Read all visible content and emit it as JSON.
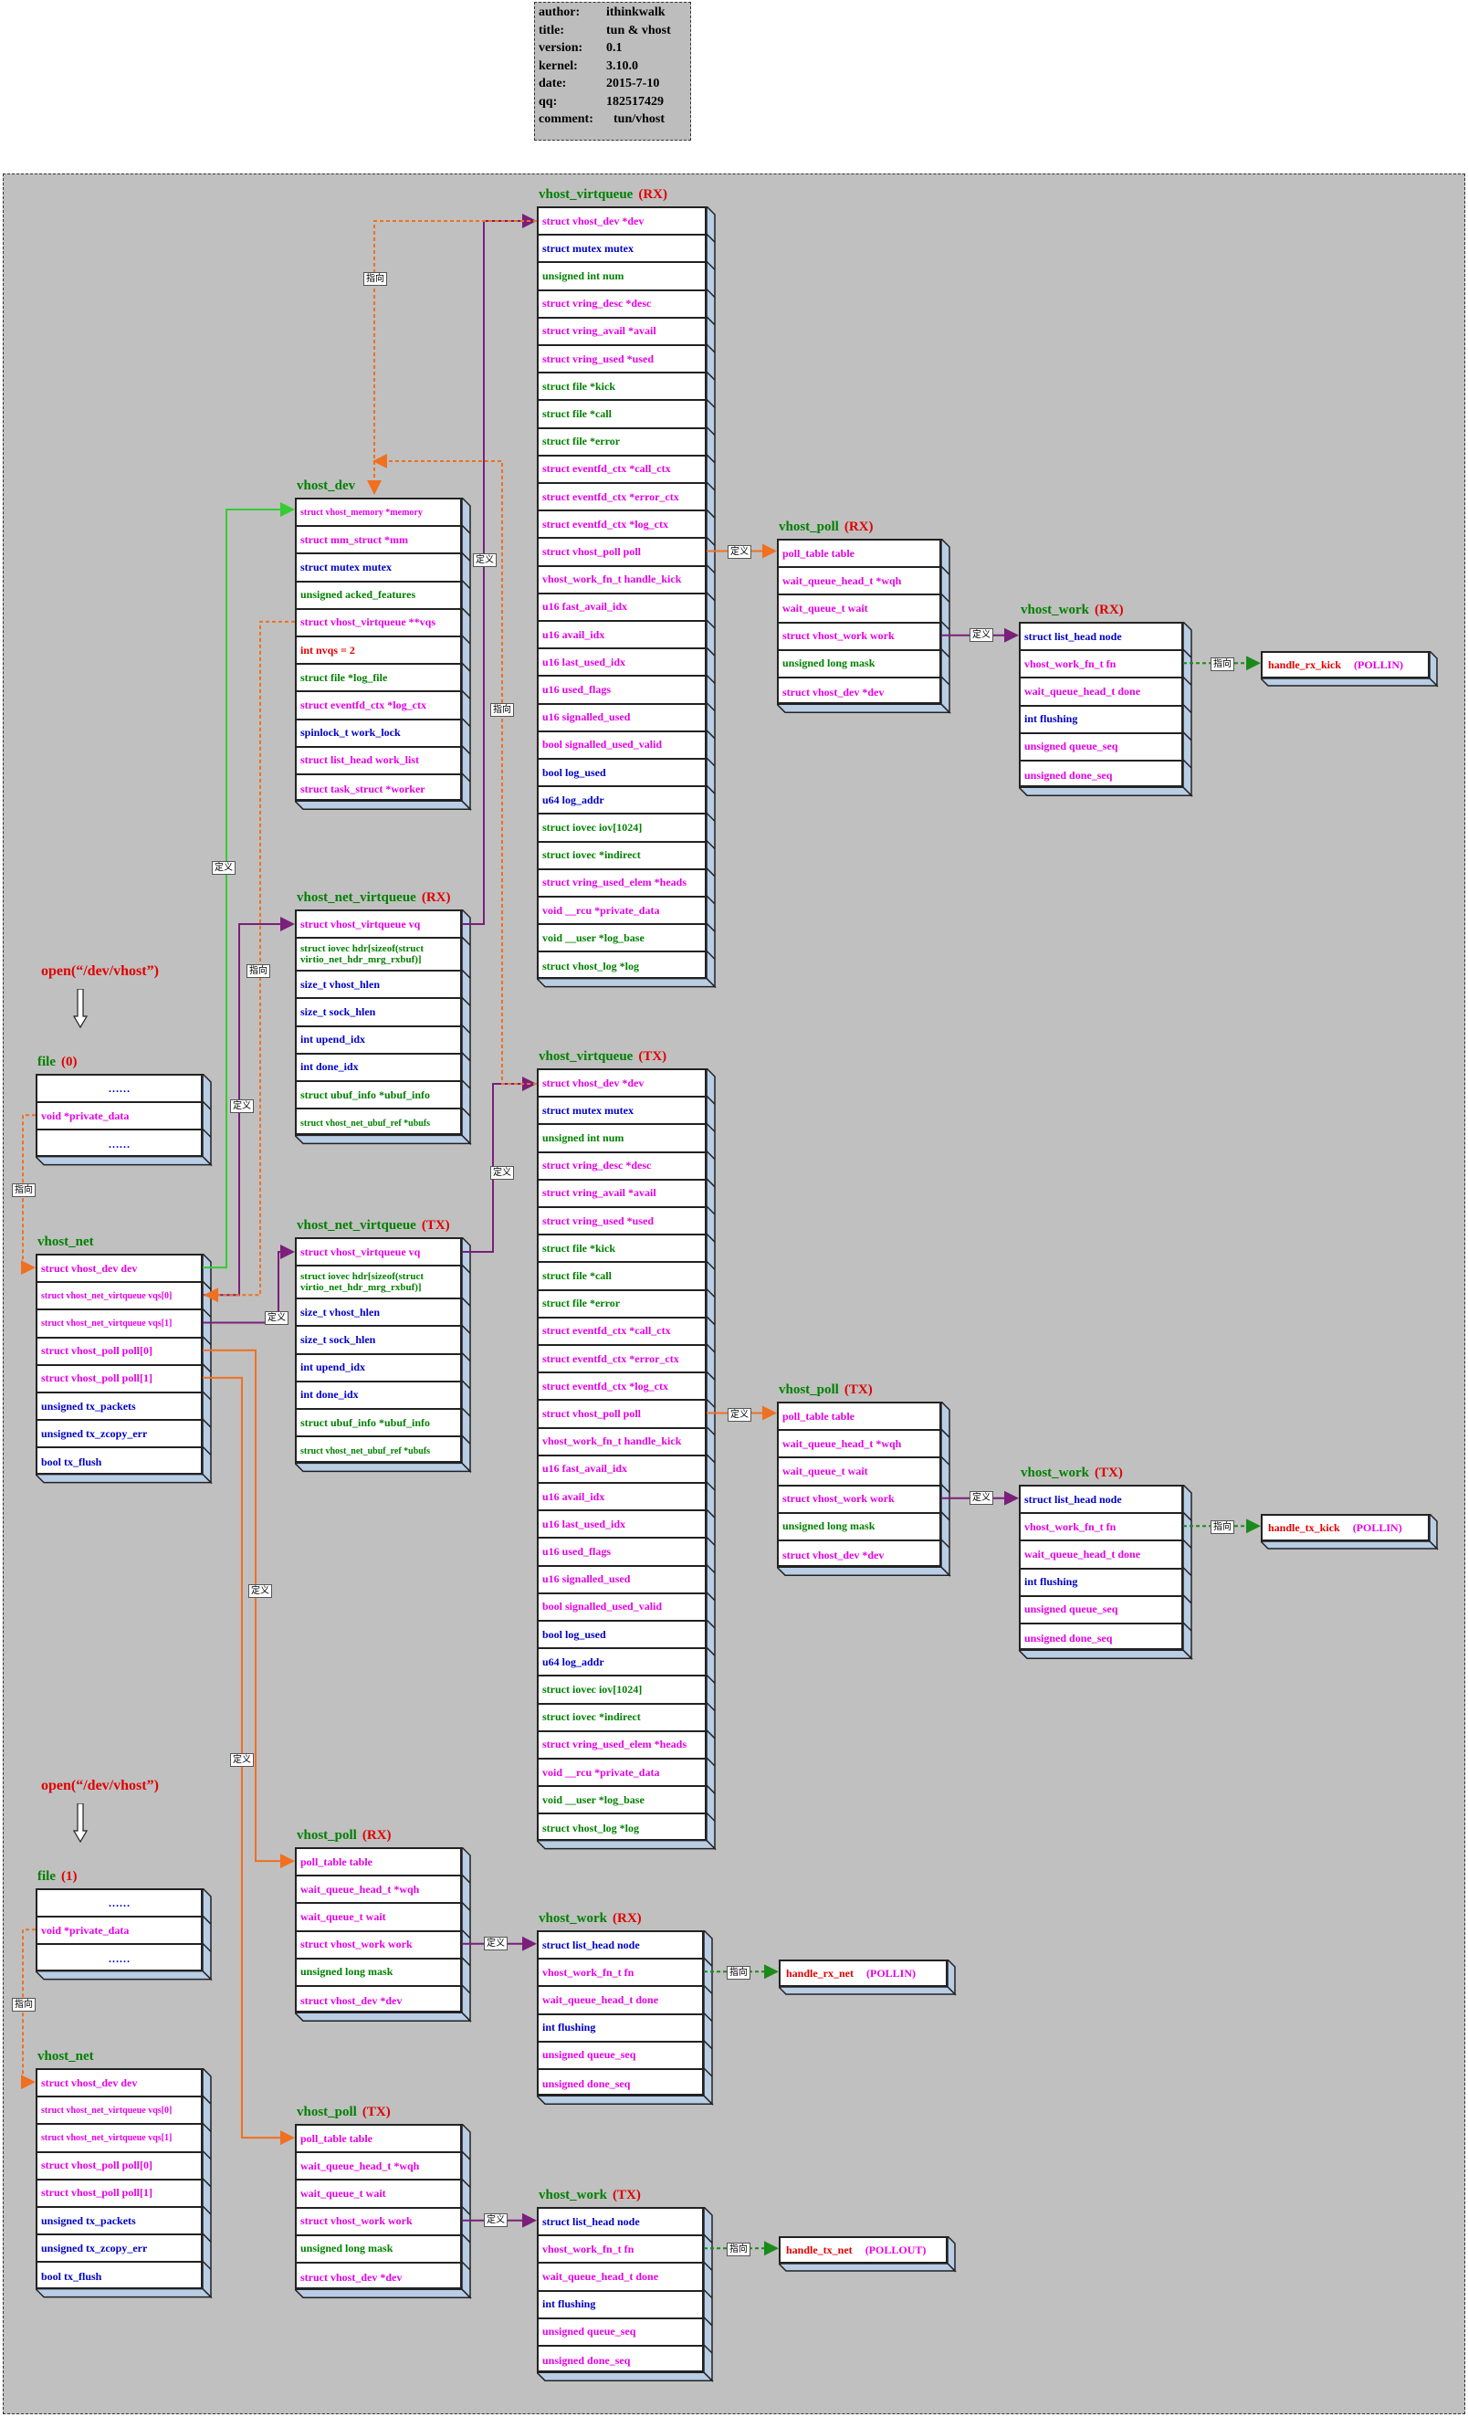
{
  "info": [
    {
      "key": "author:",
      "value": "ithinkwalk"
    },
    {
      "key": "title:",
      "value": "tun & vhost"
    },
    {
      "key": "version:",
      "value": "0.1"
    },
    {
      "key": "kernel:",
      "value": "3.10.0"
    },
    {
      "key": "date:",
      "value": "2015-7-10"
    },
    {
      "key": "qq:",
      "value": "182517429"
    },
    {
      "key": "comment:",
      "value": "tun/vhost"
    }
  ],
  "labels": {
    "define": "定义",
    "point": "指向"
  },
  "open_text": "open(“/dev/vhost”)",
  "structs": {
    "vq_rx": {
      "name": "vhost_virtqueue",
      "tag": "(RX)"
    },
    "vq_tx": {
      "name": "vhost_virtqueue",
      "tag": "(TX)"
    },
    "dev": {
      "name": "vhost_dev",
      "tag": ""
    },
    "poll_rx": {
      "name": "vhost_poll",
      "tag": "(RX)"
    },
    "poll_tx": {
      "name": "vhost_poll",
      "tag": "(TX)"
    },
    "work_rx": {
      "name": "vhost_work",
      "tag": "(RX)"
    },
    "work_tx": {
      "name": "vhost_work",
      "tag": "(TX)"
    },
    "nvq_rx": {
      "name": "vhost_net_virtqueue",
      "tag": "(RX)"
    },
    "nvq_tx": {
      "name": "vhost_net_virtqueue",
      "tag": "(TX)"
    },
    "file0": {
      "name": "file",
      "tag": "(0)"
    },
    "net0": {
      "name": "vhost_net",
      "tag": ""
    },
    "poll2_rx": {
      "name": "vhost_poll",
      "tag": "(RX)"
    },
    "poll2_tx": {
      "name": "vhost_poll",
      "tag": "(TX)"
    },
    "work2_rx": {
      "name": "vhost_work",
      "tag": "(RX)"
    },
    "work2_tx": {
      "name": "vhost_work",
      "tag": "(TX)"
    },
    "file1": {
      "name": "file",
      "tag": "(1)"
    },
    "net1": {
      "name": "vhost_net",
      "tag": ""
    }
  },
  "fields": {
    "virtqueue": [
      {
        "t": "struct vhost_dev *dev",
        "c": "mag"
      },
      {
        "t": "struct mutex mutex",
        "c": "blue"
      },
      {
        "t": "unsigned int num",
        "c": "green"
      },
      {
        "t": "struct vring_desc  *desc",
        "c": "mag"
      },
      {
        "t": "struct vring_avail  *avail",
        "c": "mag"
      },
      {
        "t": "struct vring_used  *used",
        "c": "mag"
      },
      {
        "t": "struct file *kick",
        "c": "green"
      },
      {
        "t": "struct file *call",
        "c": "green"
      },
      {
        "t": "struct file *error",
        "c": "green"
      },
      {
        "t": "struct eventfd_ctx *call_ctx",
        "c": "mag"
      },
      {
        "t": "struct eventfd_ctx *error_ctx",
        "c": "mag"
      },
      {
        "t": "struct eventfd_ctx *log_ctx",
        "c": "mag"
      },
      {
        "t": "struct vhost_poll poll",
        "c": "mag"
      },
      {
        "t": "vhost_work_fn_t handle_kick",
        "c": "mag"
      },
      {
        "t": "u16 fast_avail_idx",
        "c": "mag"
      },
      {
        "t": "u16 avail_idx",
        "c": "mag"
      },
      {
        "t": "u16 last_used_idx",
        "c": "mag"
      },
      {
        "t": "u16 used_flags",
        "c": "mag"
      },
      {
        "t": "u16 signalled_used",
        "c": "mag"
      },
      {
        "t": "bool signalled_used_valid",
        "c": "mag"
      },
      {
        "t": "bool log_used",
        "c": "blue"
      },
      {
        "t": "u64 log_addr",
        "c": "blue"
      },
      {
        "t": "struct iovec iov[1024]",
        "c": "green"
      },
      {
        "t": "struct iovec *indirect",
        "c": "green"
      },
      {
        "t": "struct vring_used_elem *heads",
        "c": "mag"
      },
      {
        "t": "void __rcu *private_data",
        "c": "mag"
      },
      {
        "t": "void __user *log_base",
        "c": "green"
      },
      {
        "t": "struct vhost_log *log",
        "c": "green"
      }
    ],
    "dev": [
      {
        "t": "struct vhost_memory  *memory",
        "c": "mag",
        "s": true
      },
      {
        "t": "struct mm_struct *mm",
        "c": "mag"
      },
      {
        "t": "struct mutex mutex",
        "c": "blue"
      },
      {
        "t": "unsigned acked_features",
        "c": "green"
      },
      {
        "t": "struct vhost_virtqueue **vqs",
        "c": "mag"
      },
      {
        "t": "int nvqs = 2",
        "c": "red"
      },
      {
        "t": "struct file *log_file",
        "c": "green"
      },
      {
        "t": "struct eventfd_ctx *log_ctx",
        "c": "mag"
      },
      {
        "t": "spinlock_t work_lock",
        "c": "blue"
      },
      {
        "t": "struct list_head work_list",
        "c": "mag"
      },
      {
        "t": "struct task_struct *worker",
        "c": "mag"
      }
    ],
    "poll": [
      {
        "t": "poll_table  table",
        "c": "mag"
      },
      {
        "t": "wait_queue_head_t  *wqh",
        "c": "mag"
      },
      {
        "t": "wait_queue_t  wait",
        "c": "mag"
      },
      {
        "t": "struct vhost_work  work",
        "c": "mag"
      },
      {
        "t": "unsigned long  mask",
        "c": "green"
      },
      {
        "t": "struct vhost_dev  *dev",
        "c": "mag"
      }
    ],
    "work": [
      {
        "t": "struct list_head   node",
        "c": "blue"
      },
      {
        "t": "vhost_work_fn_t  fn",
        "c": "mag"
      },
      {
        "t": "wait_queue_head_t   done",
        "c": "mag"
      },
      {
        "t": "int   flushing",
        "c": "blue"
      },
      {
        "t": "unsigned   queue_seq",
        "c": "mag"
      },
      {
        "t": "unsigned   done_seq",
        "c": "mag"
      }
    ],
    "netvq": [
      {
        "t": "struct vhost_virtqueue vq",
        "c": "mag"
      },
      {
        "t": "struct iovec hdr[sizeof(struct virtio_net_hdr_mrg_rxbuf)]",
        "c": "green",
        "w": true
      },
      {
        "t": "size_t vhost_hlen",
        "c": "blue"
      },
      {
        "t": "size_t sock_hlen",
        "c": "blue"
      },
      {
        "t": "int upend_idx",
        "c": "blue"
      },
      {
        "t": "int done_idx",
        "c": "blue"
      },
      {
        "t": "struct ubuf_info *ubuf_info",
        "c": "green"
      },
      {
        "t": "struct vhost_net_ubuf_ref *ubufs",
        "c": "green",
        "s": true
      }
    ],
    "file": [
      {
        "t": "……",
        "c": "blue",
        "center": true
      },
      {
        "t": "void   *private_data",
        "c": "mag"
      },
      {
        "t": "……",
        "c": "blue",
        "center": true
      }
    ],
    "net": [
      {
        "t": "struct vhost_dev dev",
        "c": "mag"
      },
      {
        "t": "struct vhost_net_virtqueue vqs[0]",
        "c": "mag",
        "s": true
      },
      {
        "t": "struct vhost_net_virtqueue vqs[1]",
        "c": "mag",
        "s": true
      },
      {
        "t": "struct vhost_poll poll[0]",
        "c": "mag"
      },
      {
        "t": "struct vhost_poll poll[1]",
        "c": "mag"
      },
      {
        "t": "unsigned tx_packets",
        "c": "blue"
      },
      {
        "t": "unsigned tx_zcopy_err",
        "c": "blue"
      },
      {
        "t": "bool tx_flush",
        "c": "blue"
      }
    ]
  },
  "handlers": [
    {
      "id": "h_rx_kick",
      "fn": "handle_rx_kick",
      "ev": "(POLLIN)"
    },
    {
      "id": "h_tx_kick",
      "fn": "handle_tx_kick",
      "ev": "(POLLIN)"
    },
    {
      "id": "h_rx_net",
      "fn": "handle_rx_net",
      "ev": "(POLLIN)"
    },
    {
      "id": "h_tx_net",
      "fn": "handle_tx_net",
      "ev": "(POLLOUT)"
    }
  ],
  "colors": {
    "box_side": "#b9cde5",
    "green_line": "#33cc33",
    "orange_line": "#f07020",
    "purple_line": "#7a1f7a"
  }
}
